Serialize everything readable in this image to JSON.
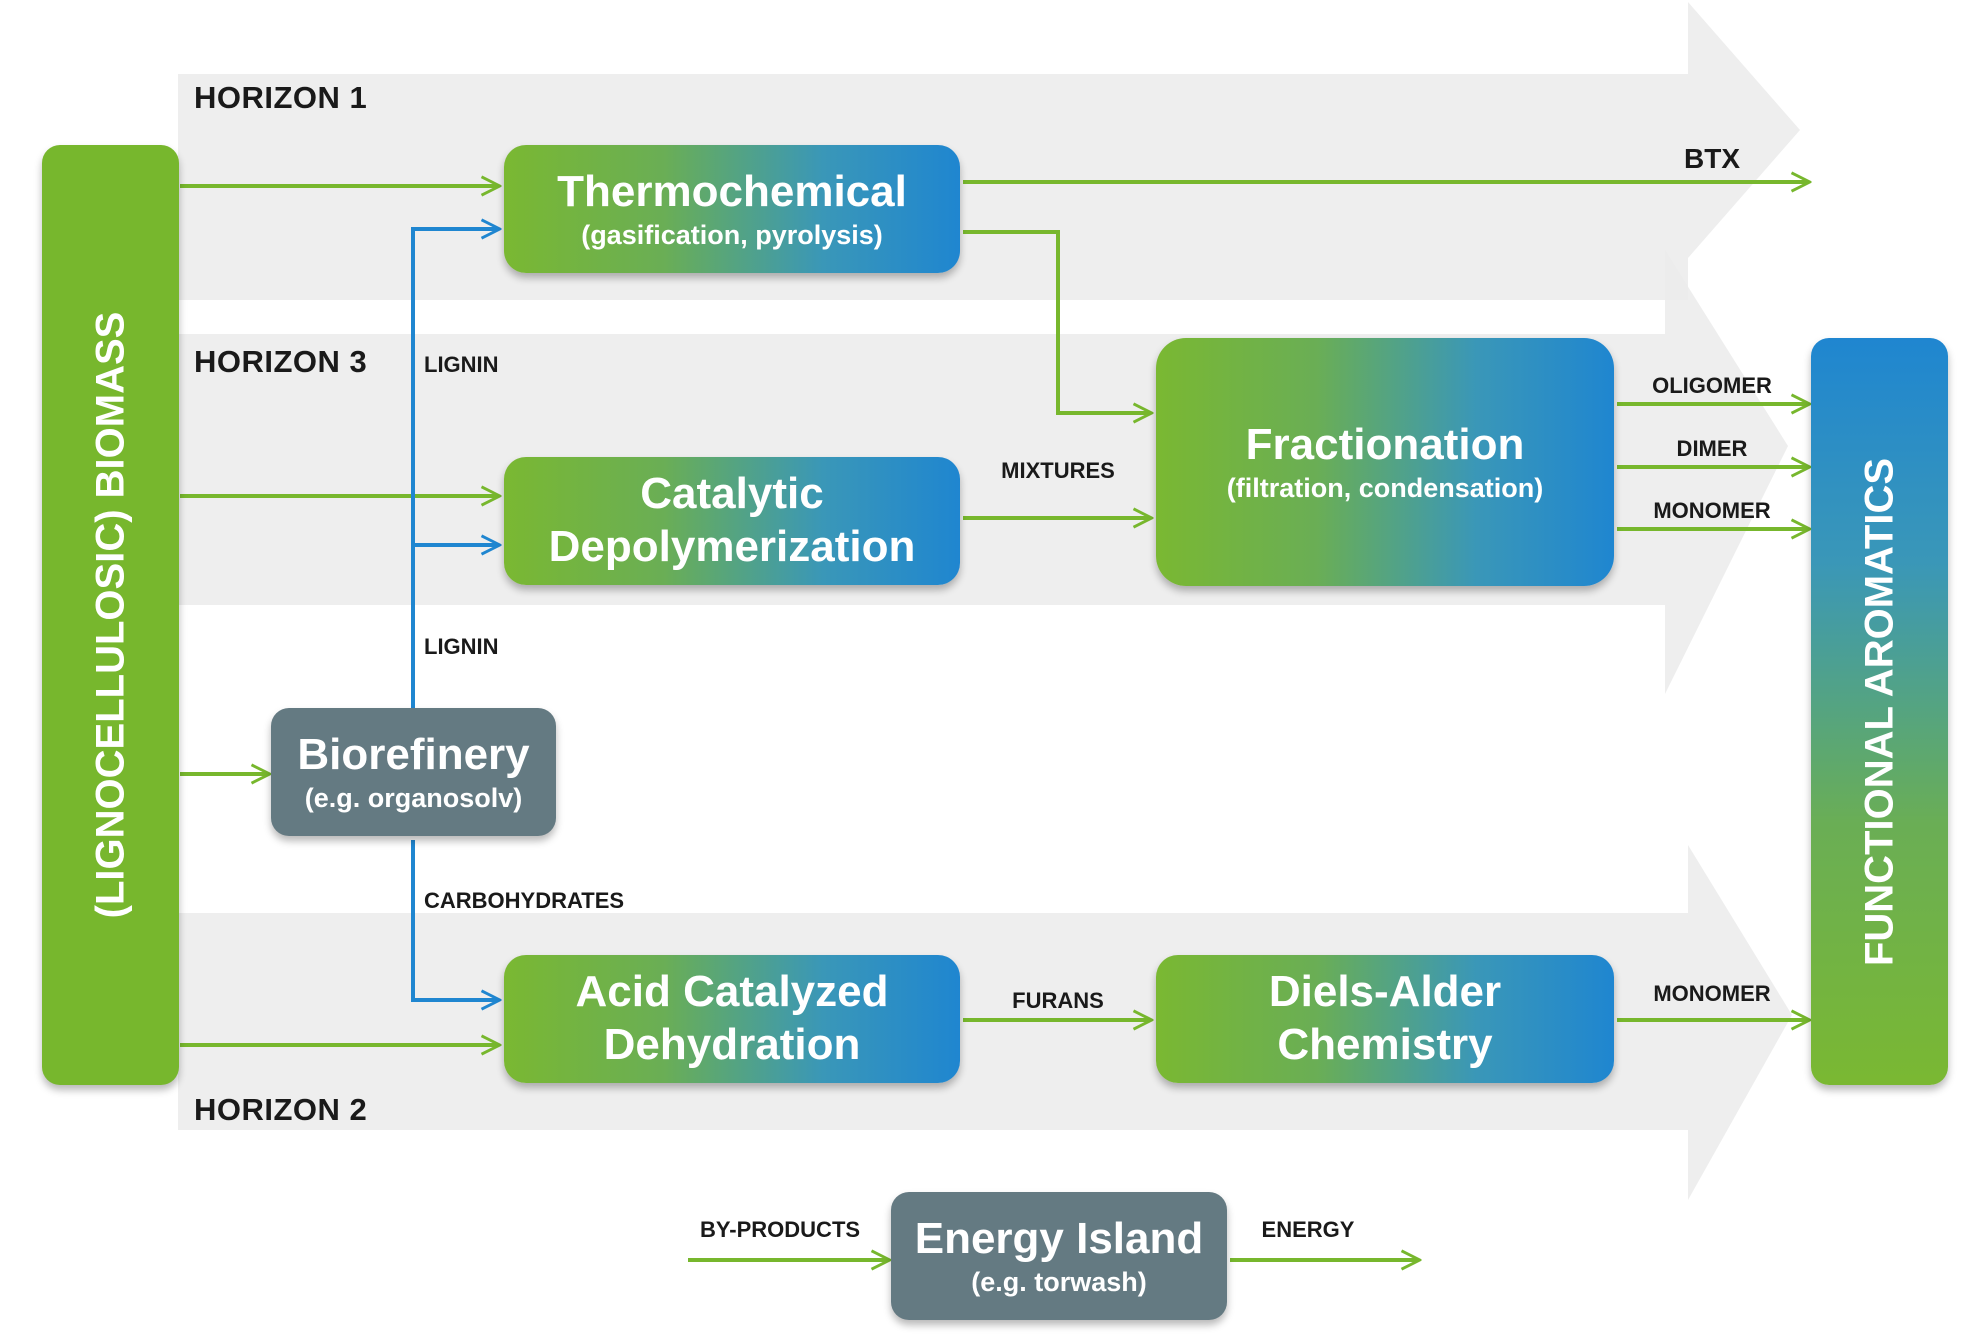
{
  "horizons": {
    "h1": "HORIZON 1",
    "h3": "HORIZON 3",
    "h2": "HORIZON 2"
  },
  "nodes": {
    "biomass": {
      "title": "(LIGNOCELLULOSIC) BIOMASS"
    },
    "thermochemical": {
      "title": "Thermochemical",
      "subtitle": "(gasification, pyrolysis)"
    },
    "catalytic": {
      "title_line1": "Catalytic",
      "title_line2": "Depolymerization"
    },
    "fractionation": {
      "title": "Fractionation",
      "subtitle": "(filtration, condensation)"
    },
    "biorefinery": {
      "title": "Biorefinery",
      "subtitle": "(e.g. organosolv)"
    },
    "acid": {
      "title_line1": "Acid Catalyzed",
      "title_line2": "Dehydration"
    },
    "diels": {
      "title_line1": "Diels-Alder",
      "title_line2": "Chemistry"
    },
    "functional": {
      "title": "FUNCTIONAL AROMATICS"
    },
    "energy": {
      "title": "Energy Island",
      "subtitle": "(e.g. torwash)"
    }
  },
  "edge_labels": {
    "btx": "BTX",
    "lignin_upper": "LIGNIN",
    "lignin_lower": "LIGNIN",
    "mixtures": "MIXTURES",
    "oligomer": "OLIGOMER",
    "dimer": "DIMER",
    "monomer_upper": "MONOMER",
    "carbohydrates": "CARBOHYDRATES",
    "furans": "FURANS",
    "monomer_lower": "MONOMER",
    "byproducts": "BY-PRODUCTS",
    "energy": "ENERGY"
  },
  "colors": {
    "green_arrow": "#77b72d",
    "blue_arrow": "#1f86d0",
    "band": "#ebebeb",
    "grey_node": "#647a82"
  }
}
